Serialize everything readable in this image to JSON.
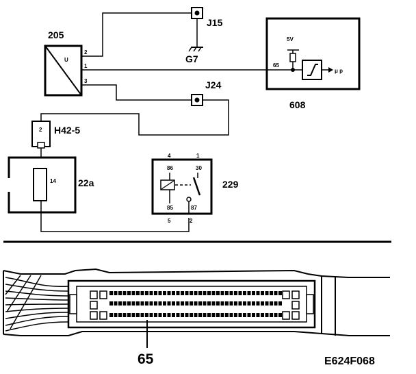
{
  "labels": {
    "comp_205": "205",
    "comp_608": "608",
    "comp_22a": "22a",
    "comp_229": "229",
    "conn_j15": "J15",
    "conn_g7": "G7",
    "conn_j24": "J24",
    "conn_h42": "H42-5",
    "supply_5v": "5V",
    "pin_65": "65",
    "up_label": "U",
    "mu_p": "μ p",
    "pin_205_2": "2",
    "pin_205_1": "1",
    "pin_205_3": "3",
    "pin_h42": "2",
    "pin_22a": "14",
    "relay_86": "86",
    "relay_30": "30",
    "relay_85": "85",
    "relay_87": "87",
    "relay_t4": "4",
    "relay_t1": "1",
    "relay_t5": "5",
    "relay_t2": "2",
    "connector_pin": "65",
    "figure_code": "E624F068"
  }
}
